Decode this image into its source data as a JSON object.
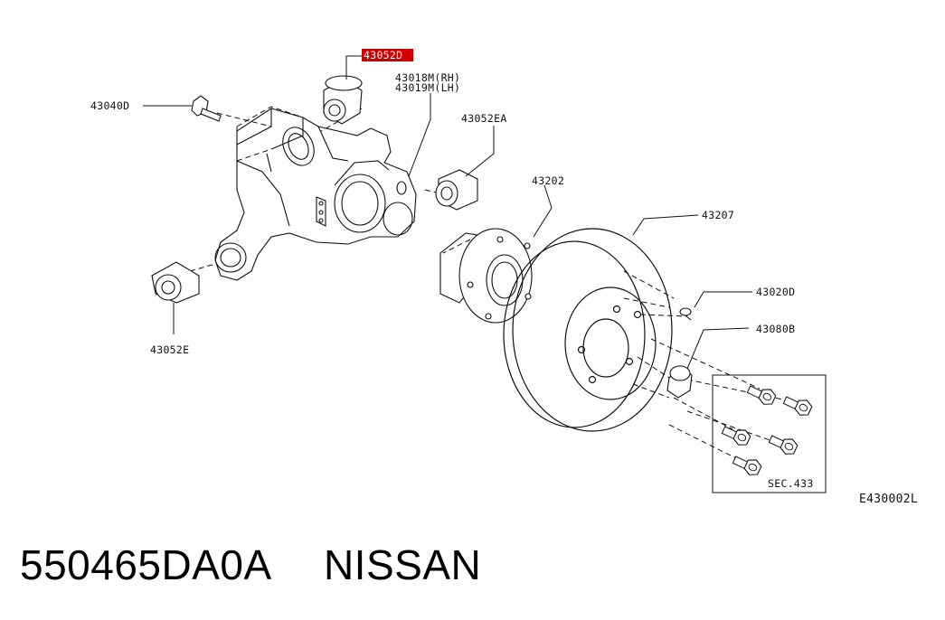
{
  "diagram": {
    "highlight_color": "#cc0000",
    "callouts": {
      "bushing_top": "43052D",
      "knuckle_rh": "43018M(RH)",
      "knuckle_lh": "43019M(LH)",
      "bolt": "43040D",
      "bushing_right": "43052EA",
      "hub": "43202",
      "rotor": "43207",
      "screw": "43020D",
      "cap": "43080B",
      "bushing_left": "43052E",
      "section_ref": "SEC.433",
      "figure_id": "E430002L"
    }
  },
  "footer": {
    "part_number": "550465DA0A",
    "brand": "NISSAN"
  }
}
